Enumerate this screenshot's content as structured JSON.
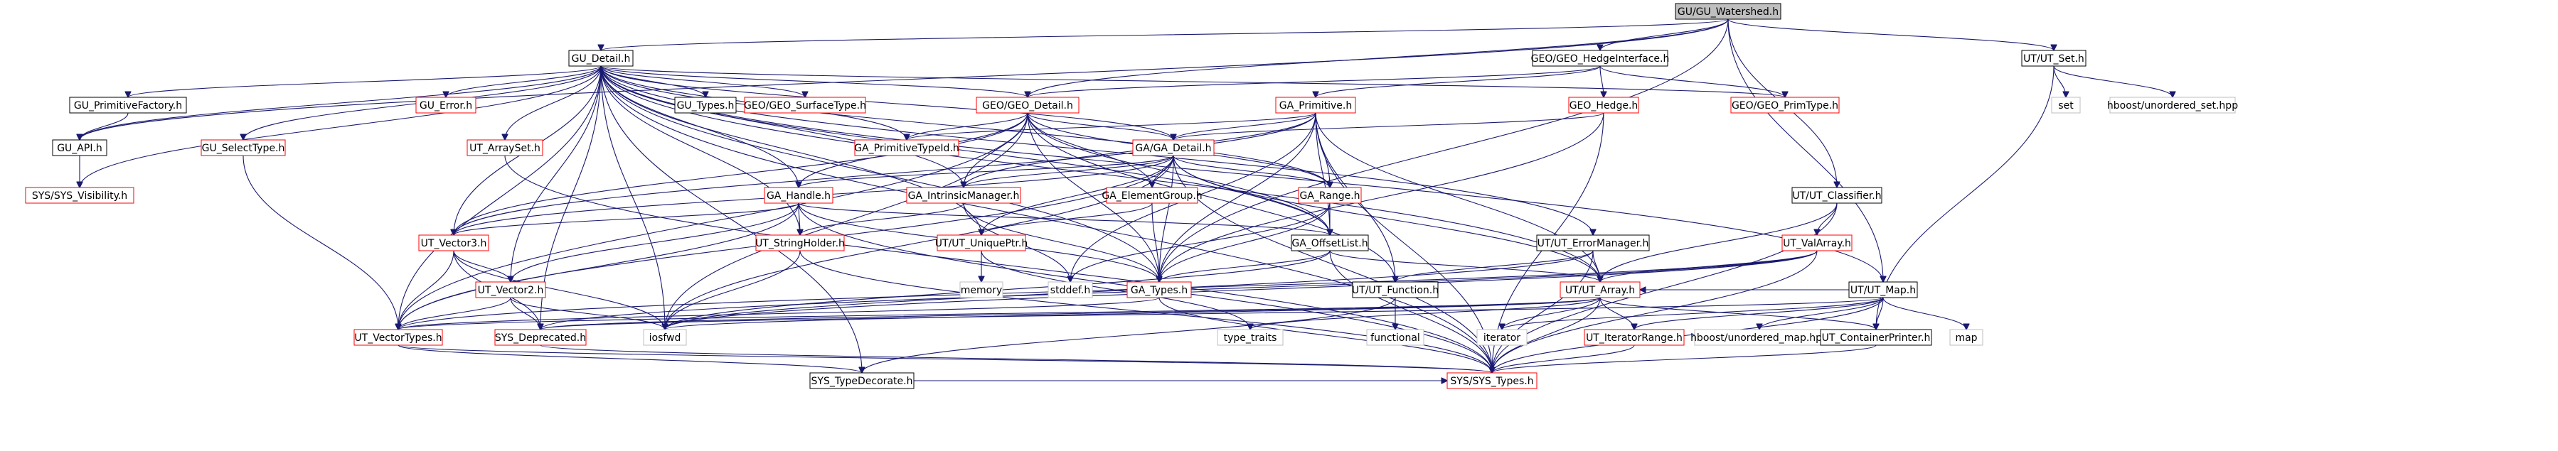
{
  "graph": {
    "colors": {
      "edge": "#191970",
      "root_fill": "#bfbfbf",
      "node_fill": "#ffffff",
      "border_doc": "#000000",
      "border_nodoc": "#ff0000",
      "border_external": "#bfbfbf",
      "text": "#000000"
    },
    "nodes": [
      {
        "id": "root",
        "label": "GU/GU_Watershed.h",
        "kind": "root"
      },
      {
        "id": "gu_detail",
        "label": "GU_Detail.h",
        "kind": "doc"
      },
      {
        "id": "geo_hedge_if",
        "label": "GEO/GEO_HedgeInterface.h",
        "kind": "doc"
      },
      {
        "id": "ut_set",
        "label": "UT/UT_Set.h",
        "kind": "doc"
      },
      {
        "id": "gu_primfactory",
        "label": "GU_PrimitiveFactory.h",
        "kind": "doc"
      },
      {
        "id": "gu_api",
        "label": "GU_API.h",
        "kind": "doc"
      },
      {
        "id": "sys_visibility",
        "label": "SYS/SYS_Visibility.h",
        "kind": "nodoc"
      },
      {
        "id": "gu_error",
        "label": "GU_Error.h",
        "kind": "nodoc"
      },
      {
        "id": "gu_selecttype",
        "label": "GU_SelectType.h",
        "kind": "nodoc"
      },
      {
        "id": "ut_arrayset",
        "label": "UT_ArraySet.h",
        "kind": "nodoc"
      },
      {
        "id": "gu_types",
        "label": "GU_Types.h",
        "kind": "doc"
      },
      {
        "id": "geo_surfacetype",
        "label": "GEO/GEO_SurfaceType.h",
        "kind": "nodoc"
      },
      {
        "id": "geo_detail",
        "label": "GEO/GEO_Detail.h",
        "kind": "nodoc"
      },
      {
        "id": "ga_primitive",
        "label": "GA_Primitive.h",
        "kind": "nodoc"
      },
      {
        "id": "geo_hedge",
        "label": "GEO_Hedge.h",
        "kind": "nodoc"
      },
      {
        "id": "geo_primtype",
        "label": "GEO/GEO_PrimType.h",
        "kind": "nodoc"
      },
      {
        "id": "set",
        "label": "set",
        "kind": "external"
      },
      {
        "id": "hboost_set",
        "label": "hboost/unordered_set.hpp",
        "kind": "external"
      },
      {
        "id": "ga_primtypeid",
        "label": "GA_PrimitiveTypeId.h",
        "kind": "nodoc"
      },
      {
        "id": "ga_detail",
        "label": "GA/GA_Detail.h",
        "kind": "nodoc"
      },
      {
        "id": "ut_classifier",
        "label": "UT/UT_Classifier.h",
        "kind": "doc"
      },
      {
        "id": "ga_handle",
        "label": "GA_Handle.h",
        "kind": "nodoc"
      },
      {
        "id": "ga_intrinsic",
        "label": "GA_IntrinsicManager.h",
        "kind": "nodoc"
      },
      {
        "id": "ga_elementgroup",
        "label": "GA_ElementGroup.h",
        "kind": "nodoc"
      },
      {
        "id": "ga_range",
        "label": "GA_Range.h",
        "kind": "nodoc"
      },
      {
        "id": "ut_valarray",
        "label": "UT_ValArray.h",
        "kind": "nodoc"
      },
      {
        "id": "ut_vector3",
        "label": "UT_Vector3.h",
        "kind": "nodoc"
      },
      {
        "id": "ut_stringholder",
        "label": "UT_StringHolder.h",
        "kind": "nodoc"
      },
      {
        "id": "ut_uniqueptr",
        "label": "UT/UT_UniquePtr.h",
        "kind": "nodoc"
      },
      {
        "id": "ga_offsetlist",
        "label": "GA_OffsetList.h",
        "kind": "doc"
      },
      {
        "id": "ut_errormanager",
        "label": "UT/UT_ErrorManager.h",
        "kind": "doc"
      },
      {
        "id": "ut_vector2",
        "label": "UT_Vector2.h",
        "kind": "nodoc"
      },
      {
        "id": "memory",
        "label": "memory",
        "kind": "external"
      },
      {
        "id": "stddef",
        "label": "stddef.h",
        "kind": "external"
      },
      {
        "id": "ga_types",
        "label": "GA_Types.h",
        "kind": "nodoc"
      },
      {
        "id": "ut_function",
        "label": "UT/UT_Function.h",
        "kind": "doc"
      },
      {
        "id": "ut_array",
        "label": "UT/UT_Array.h",
        "kind": "nodoc"
      },
      {
        "id": "ut_map",
        "label": "UT/UT_Map.h",
        "kind": "doc"
      },
      {
        "id": "ut_vectortypes",
        "label": "UT_VectorTypes.h",
        "kind": "nodoc"
      },
      {
        "id": "sys_deprecated",
        "label": "SYS_Deprecated.h",
        "kind": "nodoc"
      },
      {
        "id": "iosfwd",
        "label": "iosfwd",
        "kind": "external"
      },
      {
        "id": "type_traits",
        "label": "type_traits",
        "kind": "external"
      },
      {
        "id": "functional",
        "label": "functional",
        "kind": "external"
      },
      {
        "id": "iterator",
        "label": "iterator",
        "kind": "external"
      },
      {
        "id": "ut_iterrange",
        "label": "UT_IteratorRange.h",
        "kind": "nodoc"
      },
      {
        "id": "hboost_map",
        "label": "hboost/unordered_map.hpp",
        "kind": "external"
      },
      {
        "id": "ut_contprinter",
        "label": "UT_ContainerPrinter.h",
        "kind": "doc"
      },
      {
        "id": "map",
        "label": "map",
        "kind": "external"
      },
      {
        "id": "sys_typedecorate",
        "label": "SYS_TypeDecorate.h",
        "kind": "doc"
      },
      {
        "id": "sys_types",
        "label": "SYS/SYS_Types.h",
        "kind": "nodoc"
      }
    ],
    "edges": [
      [
        "root",
        "gu_detail"
      ],
      [
        "root",
        "geo_hedge_if"
      ],
      [
        "root",
        "ut_set"
      ],
      [
        "root",
        "gu_api"
      ],
      [
        "root",
        "geo_detail"
      ],
      [
        "root",
        "ut_classifier"
      ],
      [
        "root",
        "ut_map"
      ],
      [
        "root",
        "ga_types"
      ],
      [
        "gu_detail",
        "gu_primfactory"
      ],
      [
        "gu_detail",
        "gu_api"
      ],
      [
        "gu_detail",
        "sys_visibility"
      ],
      [
        "gu_detail",
        "gu_error"
      ],
      [
        "gu_detail",
        "gu_selecttype"
      ],
      [
        "gu_detail",
        "ut_arrayset"
      ],
      [
        "gu_detail",
        "gu_types"
      ],
      [
        "gu_detail",
        "geo_surfacetype"
      ],
      [
        "gu_detail",
        "geo_detail"
      ],
      [
        "gu_detail",
        "ga_primtypeid"
      ],
      [
        "gu_detail",
        "ga_detail"
      ],
      [
        "gu_detail",
        "ga_handle"
      ],
      [
        "gu_detail",
        "ga_intrinsic"
      ],
      [
        "gu_detail",
        "ga_range"
      ],
      [
        "gu_detail",
        "ga_offsetlist"
      ],
      [
        "gu_detail",
        "ut_errormanager"
      ],
      [
        "gu_detail",
        "ga_types"
      ],
      [
        "gu_detail",
        "ut_vector3"
      ],
      [
        "gu_detail",
        "ut_stringholder"
      ],
      [
        "gu_detail",
        "ut_array"
      ],
      [
        "gu_detail",
        "ut_vectortypes"
      ],
      [
        "gu_detail",
        "sys_deprecated"
      ],
      [
        "gu_detail",
        "iosfwd"
      ],
      [
        "gu_detail",
        "sys_types"
      ],
      [
        "gu_detail",
        "geo_primtype"
      ],
      [
        "gu_detail",
        "ut_map"
      ],
      [
        "gu_detail",
        "ut_uniqueptr"
      ],
      [
        "gu_detail",
        "ut_vector2"
      ],
      [
        "gu_detail",
        "sys_typedecorate"
      ],
      [
        "gu_primfactory",
        "gu_api"
      ],
      [
        "gu_api",
        "sys_visibility"
      ],
      [
        "gu_selecttype",
        "ut_vectortypes"
      ],
      [
        "ut_arrayset",
        "sys_types"
      ],
      [
        "geo_hedge_if",
        "geo_detail"
      ],
      [
        "geo_hedge_if",
        "ga_primitive"
      ],
      [
        "geo_hedge_if",
        "geo_hedge"
      ],
      [
        "geo_hedge_if",
        "geo_primtype"
      ],
      [
        "ut_set",
        "set"
      ],
      [
        "ut_set",
        "hboost_set"
      ],
      [
        "ut_set",
        "ut_contprinter"
      ],
      [
        "geo_detail",
        "ga_primtypeid"
      ],
      [
        "geo_detail",
        "ga_detail"
      ],
      [
        "geo_detail",
        "ga_handle"
      ],
      [
        "geo_detail",
        "ga_intrinsic"
      ],
      [
        "geo_detail",
        "ga_elementgroup"
      ],
      [
        "geo_detail",
        "ga_range"
      ],
      [
        "geo_detail",
        "ga_offsetlist"
      ],
      [
        "geo_detail",
        "ga_types"
      ],
      [
        "geo_detail",
        "ut_vector3"
      ],
      [
        "geo_detail",
        "ut_vectortypes"
      ],
      [
        "geo_detail",
        "iosfwd"
      ],
      [
        "geo_detail",
        "ut_function"
      ],
      [
        "ga_primitive",
        "ga_primtypeid"
      ],
      [
        "ga_primitive",
        "ga_detail"
      ],
      [
        "ga_primitive",
        "ga_intrinsic"
      ],
      [
        "ga_primitive",
        "ga_range"
      ],
      [
        "ga_primitive",
        "ga_offsetlist"
      ],
      [
        "ga_primitive",
        "ga_types"
      ],
      [
        "ga_primitive",
        "ut_array"
      ],
      [
        "ga_primitive",
        "ut_vector3"
      ],
      [
        "ga_primitive",
        "stddef"
      ],
      [
        "ga_primitive",
        "sys_types"
      ],
      [
        "ga_primitive",
        "ut_function"
      ],
      [
        "geo_hedge",
        "ga_detail"
      ],
      [
        "geo_hedge",
        "ga_types"
      ],
      [
        "geo_hedge",
        "sys_types"
      ],
      [
        "ga_detail",
        "ga_handle"
      ],
      [
        "ga_detail",
        "ga_intrinsic"
      ],
      [
        "ga_detail",
        "ga_elementgroup"
      ],
      [
        "ga_detail",
        "ga_range"
      ],
      [
        "ga_detail",
        "ga_offsetlist"
      ],
      [
        "ga_detail",
        "ga_types"
      ],
      [
        "ga_detail",
        "ut_vector3"
      ],
      [
        "ga_detail",
        "ut_vectortypes"
      ],
      [
        "ga_detail",
        "ut_uniqueptr"
      ],
      [
        "ga_detail",
        "ut_array"
      ],
      [
        "ga_detail",
        "iosfwd"
      ],
      [
        "ga_detail",
        "sys_types"
      ],
      [
        "ut_classifier",
        "ut_valarray"
      ],
      [
        "ut_classifier",
        "ut_array"
      ],
      [
        "ut_classifier",
        "sys_types"
      ],
      [
        "ga_handle",
        "ga_types"
      ],
      [
        "ga_handle",
        "ut_vector3"
      ],
      [
        "ga_handle",
        "ut_vector2"
      ],
      [
        "ga_handle",
        "ut_stringholder"
      ],
      [
        "ga_handle",
        "ga_offsetlist"
      ],
      [
        "ga_handle",
        "ut_vectortypes"
      ],
      [
        "ga_handle",
        "sys_types"
      ],
      [
        "ga_intrinsic",
        "ga_types"
      ],
      [
        "ga_intrinsic",
        "ut_stringholder"
      ],
      [
        "ga_intrinsic",
        "stddef"
      ],
      [
        "ga_elementgroup",
        "ga_types"
      ],
      [
        "ga_elementgroup",
        "ut_uniqueptr"
      ],
      [
        "ga_range",
        "ga_types"
      ],
      [
        "ga_range",
        "ga_offsetlist"
      ],
      [
        "ga_range",
        "stddef"
      ],
      [
        "ut_valarray",
        "ut_array"
      ],
      [
        "ut_valarray",
        "ut_vectortypes"
      ],
      [
        "ut_valarray",
        "sys_types"
      ],
      [
        "ut_valarray",
        "sys_deprecated"
      ],
      [
        "ut_valarray",
        "iosfwd"
      ],
      [
        "ut_vector3",
        "ut_vector2"
      ],
      [
        "ut_vector3",
        "ut_vectortypes"
      ],
      [
        "ut_vector3",
        "sys_deprecated"
      ],
      [
        "ut_vector3",
        "iosfwd"
      ],
      [
        "ut_stringholder",
        "sys_types"
      ],
      [
        "ut_stringholder",
        "iosfwd"
      ],
      [
        "ut_uniqueptr",
        "memory"
      ],
      [
        "ut_uniqueptr",
        "type_traits"
      ],
      [
        "ga_offsetlist",
        "ga_types"
      ],
      [
        "ga_offsetlist",
        "ut_array"
      ],
      [
        "ga_offsetlist",
        "sys_types"
      ],
      [
        "ga_offsetlist",
        "iosfwd"
      ],
      [
        "ut_errormanager",
        "ut_array"
      ],
      [
        "ut_errormanager",
        "sys_types"
      ],
      [
        "ut_errormanager",
        "ut_function"
      ],
      [
        "ut_errormanager",
        "iosfwd"
      ],
      [
        "ut_vector2",
        "ut_vectortypes"
      ],
      [
        "ut_vector2",
        "sys_deprecated"
      ],
      [
        "ut_vector2",
        "iosfwd"
      ],
      [
        "ga_types",
        "sys_types"
      ],
      [
        "ga_types",
        "ut_vectortypes"
      ],
      [
        "ut_function",
        "functional"
      ],
      [
        "ut_function",
        "sys_typedecorate"
      ],
      [
        "ut_array",
        "type_traits"
      ],
      [
        "ut_array",
        "iterator"
      ],
      [
        "ut_array",
        "ut_iterrange"
      ],
      [
        "ut_array",
        "ut_contprinter"
      ],
      [
        "ut_array",
        "sys_types"
      ],
      [
        "ut_array",
        "sys_deprecated"
      ],
      [
        "ut_array",
        "ut_vectortypes"
      ],
      [
        "ut_array",
        "iosfwd"
      ],
      [
        "ut_map",
        "ut_array"
      ],
      [
        "ut_map",
        "hboost_map"
      ],
      [
        "ut_map",
        "map"
      ],
      [
        "ut_map",
        "iterator"
      ],
      [
        "ut_map",
        "ut_contprinter"
      ],
      [
        "ut_map",
        "ut_iterrange"
      ],
      [
        "ut_map",
        "sys_types"
      ],
      [
        "ut_map",
        "sys_deprecated"
      ],
      [
        "ut_vectortypes",
        "sys_typedecorate"
      ],
      [
        "ut_vectortypes",
        "sys_types"
      ],
      [
        "sys_deprecated",
        "sys_types"
      ],
      [
        "ut_contprinter",
        "sys_types"
      ],
      [
        "ut_iterrange",
        "sys_types"
      ],
      [
        "sys_typedecorate",
        "sys_types"
      ]
    ]
  }
}
